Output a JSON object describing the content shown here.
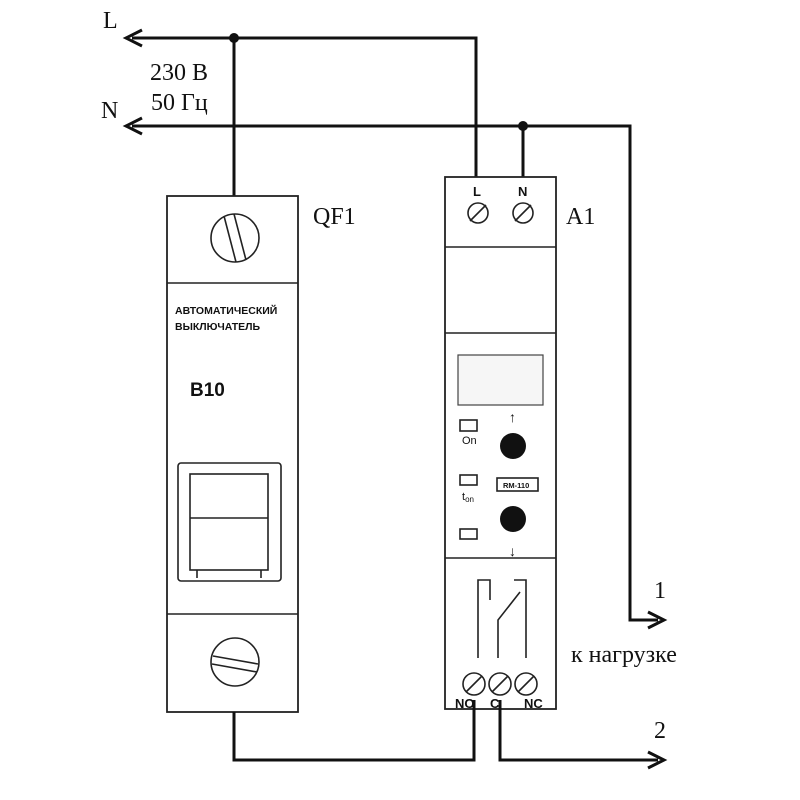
{
  "supply": {
    "line_label": "L",
    "neutral_label": "N",
    "voltage": "230 В",
    "frequency": "50 Гц"
  },
  "breaker": {
    "designation": "QF1",
    "caption_line1": "АВТОМАТИЧЕСКИЙ",
    "caption_line2": "ВЫКЛЮЧАТЕЛЬ",
    "rating": "B10"
  },
  "relay": {
    "designation": "A1",
    "terminal_l": "L",
    "terminal_n": "N",
    "label_on": "On",
    "label_ton": "t",
    "label_ton_sub": "on",
    "model": "RM-110",
    "terminal_no": "NO",
    "terminal_c": "C",
    "terminal_nc": "NC"
  },
  "load": {
    "output_1": "1",
    "output_2": "2",
    "caption": "к нагрузке"
  }
}
